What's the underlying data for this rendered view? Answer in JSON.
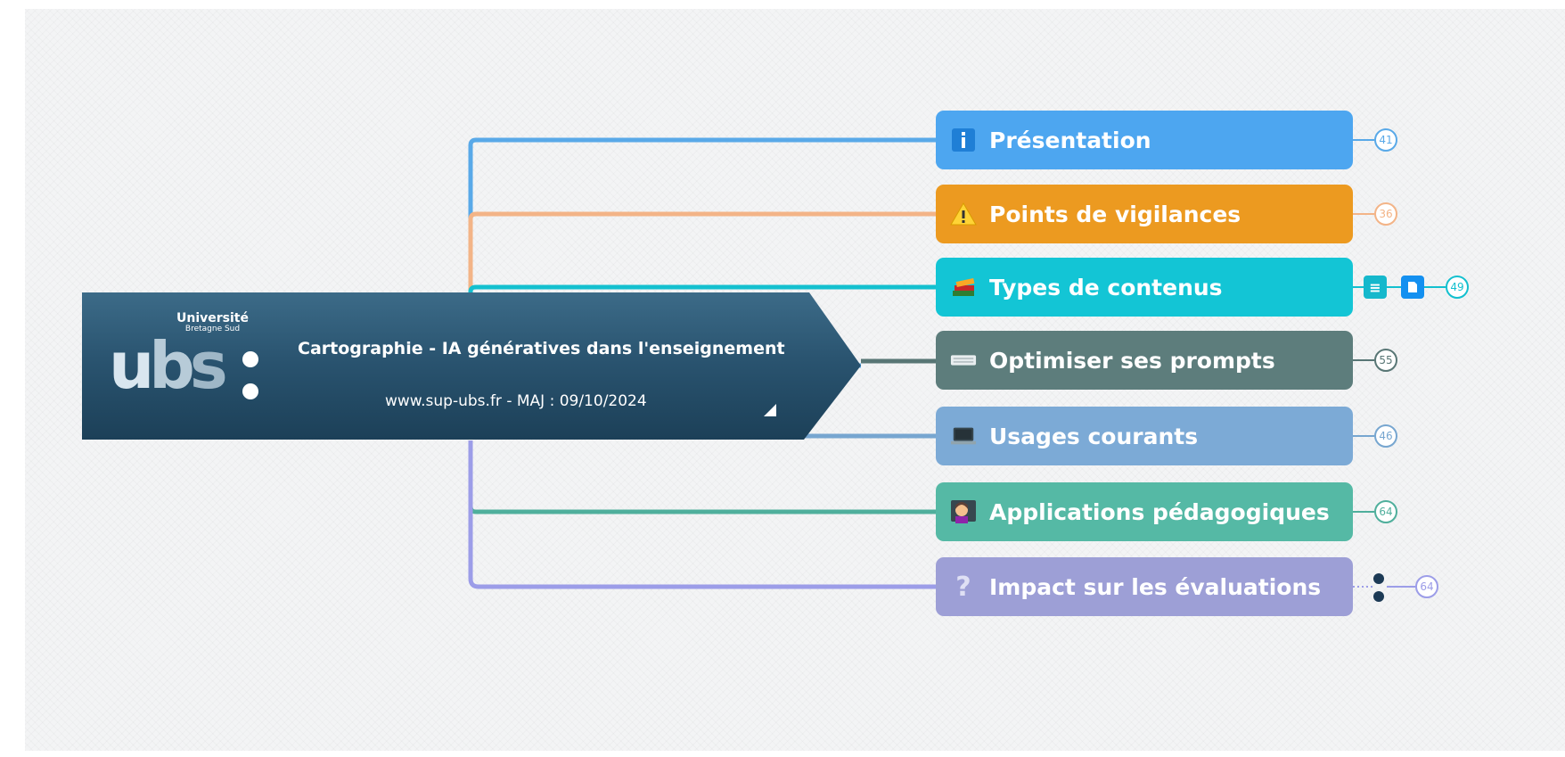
{
  "root": {
    "logo_top": "Université",
    "logo_sub": "Bretagne Sud",
    "logo_letters": [
      "u",
      "b",
      "s"
    ],
    "title": "Cartographie - IA génératives dans l'enseignement",
    "subtitle": "www.sup-ubs.fr - MAJ : 09/10/2024",
    "color": "#2a5470"
  },
  "branches": [
    {
      "label": "Présentation",
      "icon": "info-icon",
      "glyph": "i",
      "count": "41",
      "color": "#4da6f0",
      "line": "#59a9e8"
    },
    {
      "label": "Points de vigilances",
      "icon": "warning-icon",
      "glyph": "!",
      "count": "36",
      "color": "#ec9a20",
      "line": "#f3b487"
    },
    {
      "label": "Types de contenus",
      "icon": "books-icon",
      "glyph": "📚",
      "count": "49",
      "color": "#13c5d5",
      "line": "#13c0cf"
    },
    {
      "label": "Optimiser ses prompts",
      "icon": "keyboard-icon",
      "glyph": "⌨",
      "count": "55",
      "color": "#5d7d7c",
      "line": "#587675"
    },
    {
      "label": "Usages courants",
      "icon": "laptop-icon",
      "glyph": "💻",
      "count": "46",
      "color": "#7caad6",
      "line": "#77a6d0"
    },
    {
      "label": "Applications pédagogiques",
      "icon": "teacher-icon",
      "glyph": "👩",
      "count": "64",
      "color": "#55b9a5",
      "line": "#4faf9c"
    },
    {
      "label": "Impact sur les évaluations",
      "icon": "question-icon",
      "glyph": "?",
      "count": "64",
      "color": "#9d9fd6",
      "line": "#9c9de8"
    }
  ]
}
